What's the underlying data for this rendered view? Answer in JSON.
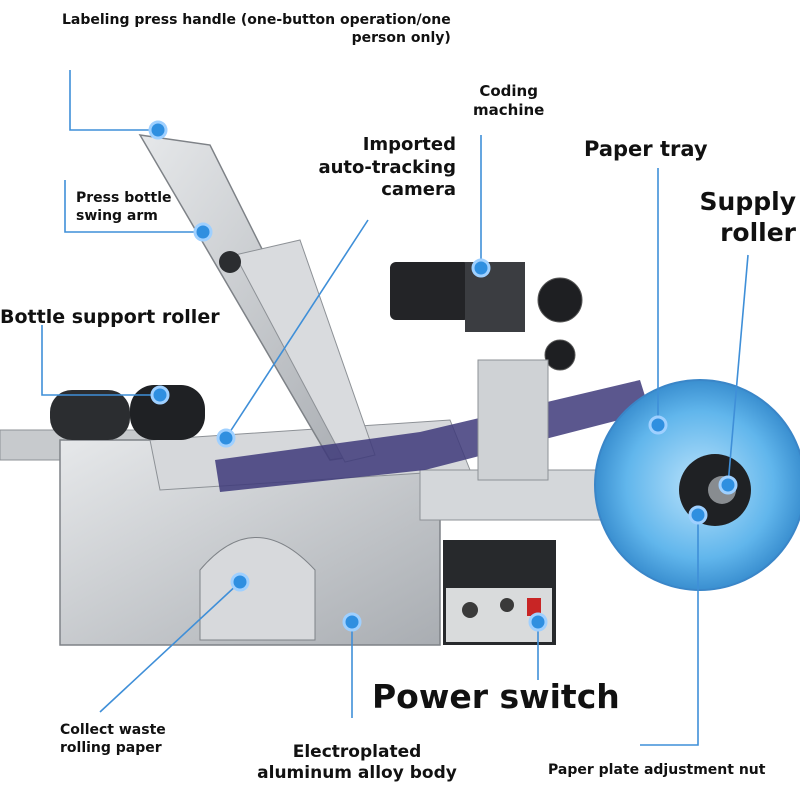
{
  "labels": {
    "press_handle": [
      "Labeling press handle (one-button operation/one",
      "person only)"
    ],
    "coding_machine": [
      "Coding",
      "machine"
    ],
    "camera": [
      "Imported",
      "auto-tracking",
      "camera"
    ],
    "paper_tray": "Paper tray",
    "supply_roller": [
      "Supply",
      "roller"
    ],
    "swing_arm": [
      "Press bottle",
      "swing arm"
    ],
    "support_roller": "Bottle support roller",
    "power_switch": "Power switch",
    "waste_paper": [
      "Collect waste",
      "rolling paper"
    ],
    "body": [
      "Electroplated",
      "aluminum alloy body"
    ],
    "adjust_nut": "Paper plate adjustment nut"
  },
  "colors": {
    "callout_blue": "#2f8fe0",
    "leader_line": "#3f8fd8",
    "machine_metal": "#c9ccd0",
    "label_roll": "#5bb4ee"
  }
}
